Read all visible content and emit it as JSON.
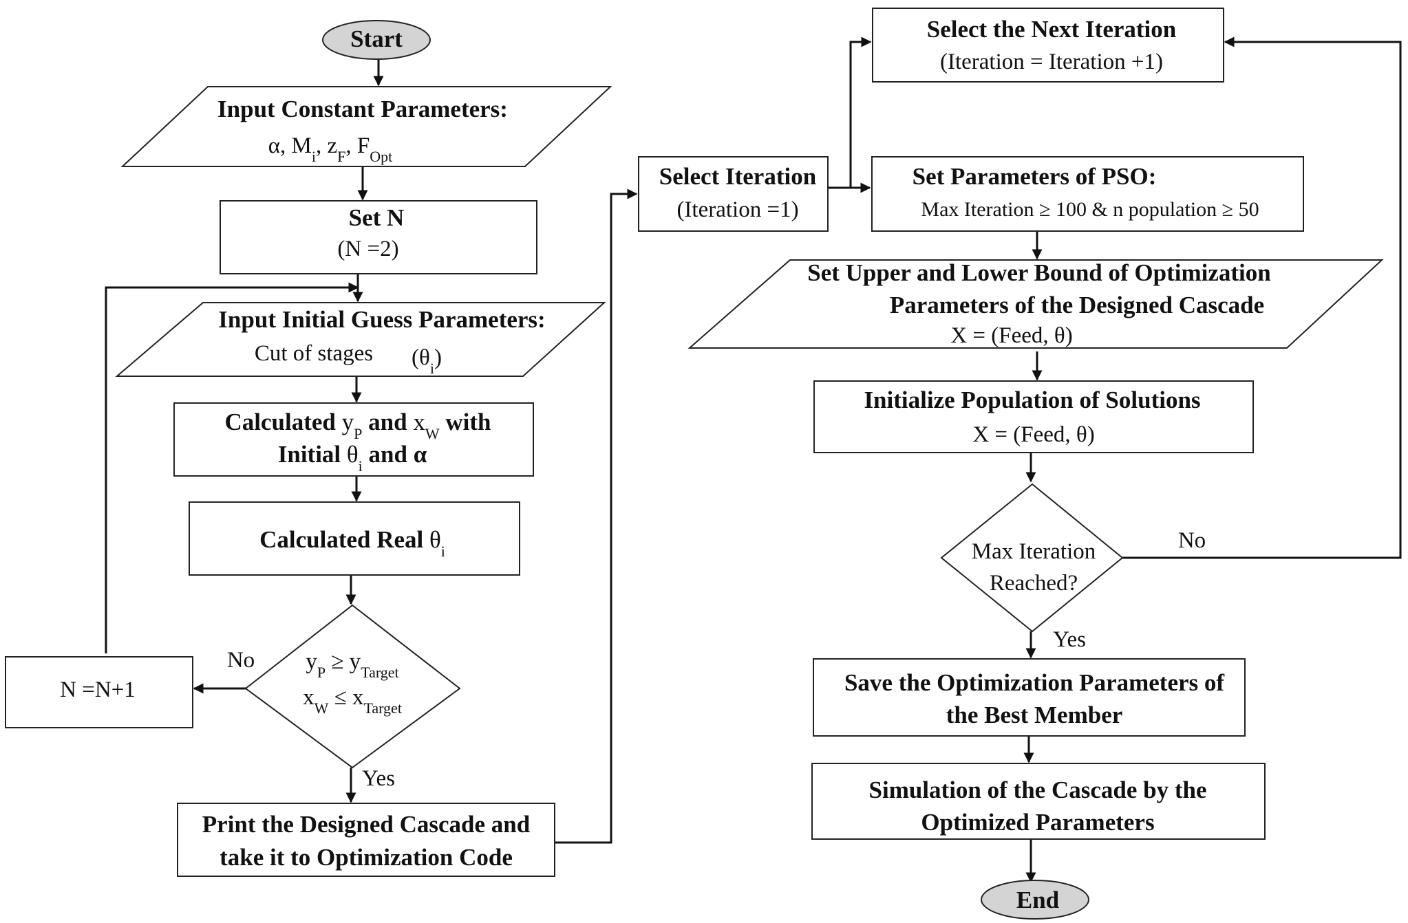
{
  "start": "Start",
  "end": "End",
  "input_constants": {
    "title": "Input Constant Parameters:",
    "params": "α, M_i, z_F, F_Opt"
  },
  "set_n": {
    "title": "Set N",
    "value": "(N =2)"
  },
  "input_initial": {
    "title": "Input Initial Guess Parameters:",
    "text": "Cut of stages",
    "symbol": "(θ_i)"
  },
  "calc_yp_xw": {
    "line1": "Calculated y_P and x_W with",
    "line2": "Initial θ_i and α"
  },
  "calc_real": "Calculated Real θ_i",
  "decision_target": {
    "line1": "y_P ≥ y_Target",
    "line2": "x_W ≤ x_Target",
    "no_label": "No",
    "yes_label": "Yes"
  },
  "increment_n": "N =N+1",
  "print_cascade": {
    "line1": "Print the Designed Cascade and",
    "line2": "take it to Optimization Code"
  },
  "select_iteration": {
    "title": "Select Iteration",
    "value": "(Iteration =1)"
  },
  "next_iteration": {
    "title": "Select the Next Iteration",
    "value": "(Iteration = Iteration +1)"
  },
  "set_pso": {
    "title": "Set Parameters of PSO:",
    "detail": "Max Iteration ≥ 100 & n population ≥ 50"
  },
  "bounds": {
    "line1": "Set Upper and Lower Bound of Optimization",
    "line2": "Parameters of the Designed Cascade",
    "formula": "X = (Feed, θ)"
  },
  "init_population": {
    "title": "Initialize Population of Solutions",
    "formula": "X = (Feed, θ)"
  },
  "decision_iteration": {
    "line1": "Max Iteration",
    "line2": "Reached?",
    "no_label": "No",
    "yes_label": "Yes"
  },
  "save_best": {
    "line1": "Save the Optimization Parameters of",
    "line2": "the Best Member"
  },
  "simulation": {
    "line1": "Simulation of the Cascade by the",
    "line2": "Optimized Parameters"
  },
  "colors": {
    "terminal_fill": "#d4d4d4",
    "stroke": "#222222",
    "background": "#ffffff"
  }
}
